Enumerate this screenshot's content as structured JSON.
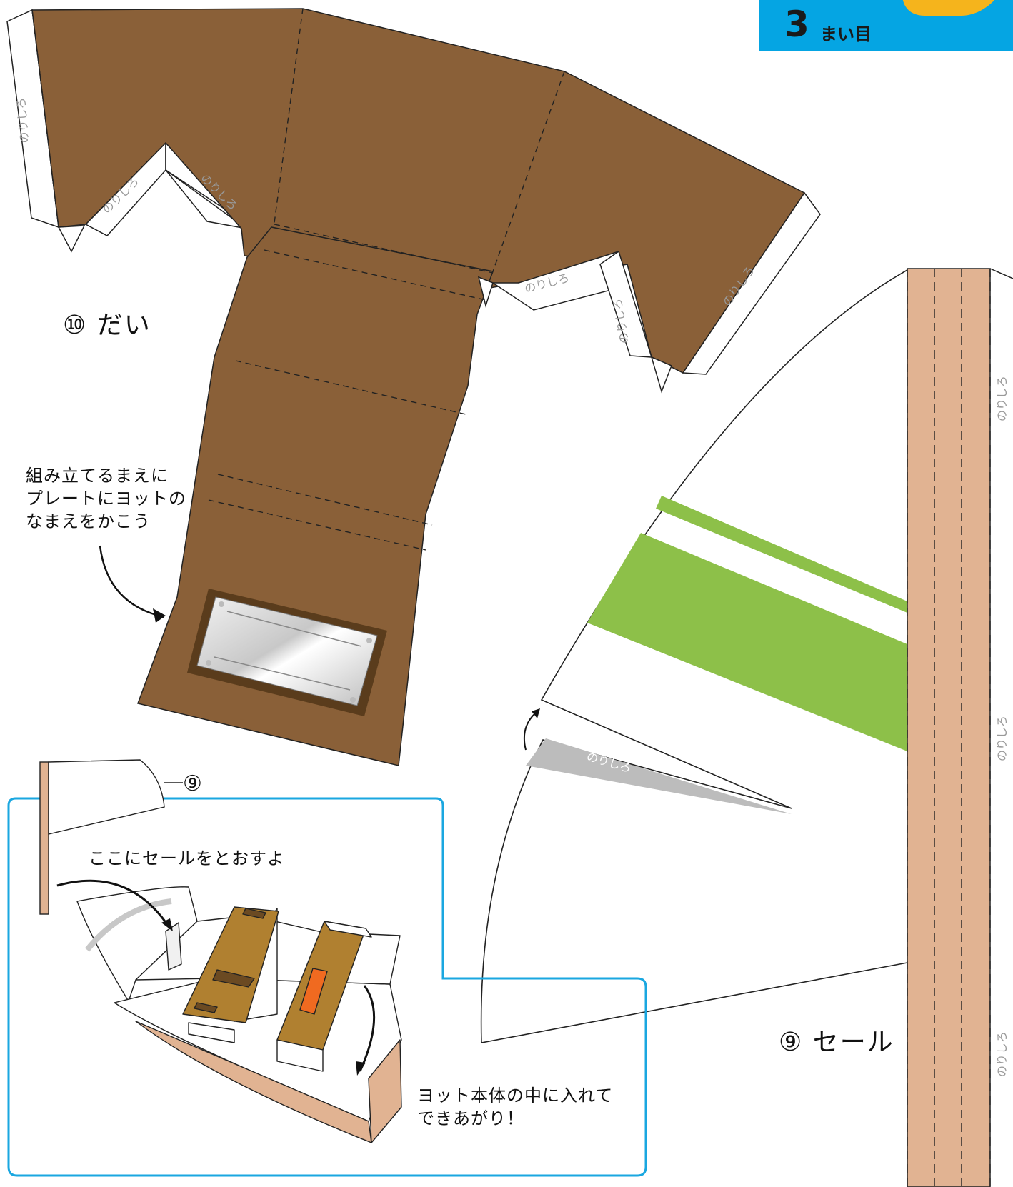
{
  "sheet": {
    "number": "3",
    "suffix": "まい目"
  },
  "parts": {
    "stand": {
      "label": "⑩ だい"
    },
    "sail": {
      "label": "⑨ セール",
      "callout": "⑨"
    }
  },
  "glue_tab": "のりしろ",
  "notes": {
    "plate": [
      "組み立てるまえに",
      "プレートにヨットの",
      "なまえをかこう"
    ],
    "sail_slot": "ここにセールをとおすよ",
    "finish": [
      "ヨット本体の中に入れて",
      "できあがり！"
    ]
  },
  "colors": {
    "stand_brown": "#8a6038",
    "mast_tan": "#e1b392",
    "sail_green": "#8dc049",
    "inset_border": "#1aa7e0",
    "sheet_tab": "#05a5e3"
  }
}
